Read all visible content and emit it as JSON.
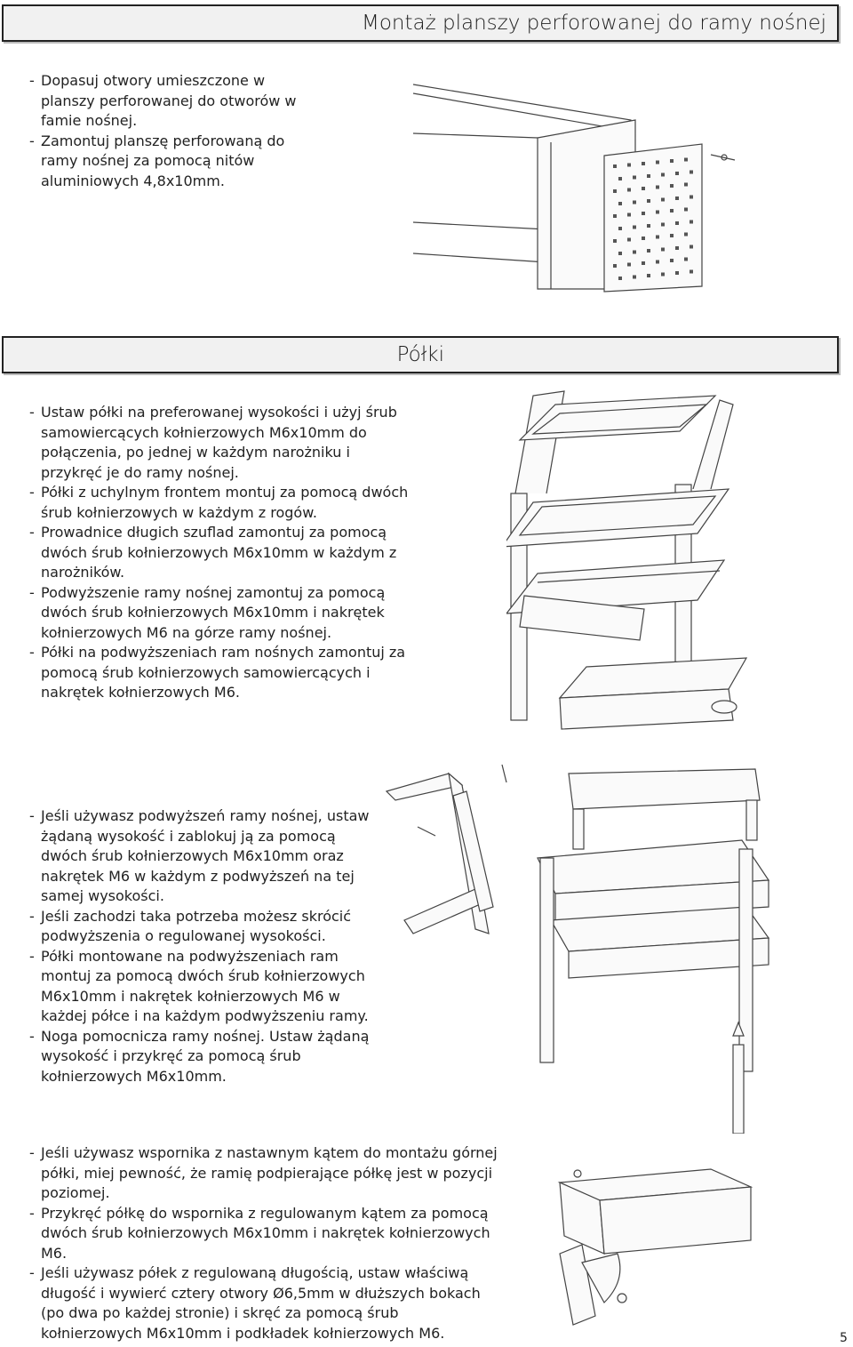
{
  "section1": {
    "title": "Montaż planszy perforowanej do ramy nośnej",
    "items": [
      "Dopasuj otwory umieszczone w planszy perforowanej do otworów w famie nośnej.",
      "Zamontuj planszę perforowaną do ramy nośnej za pomocą nitów aluminiowych 4,8x10mm."
    ]
  },
  "section2": {
    "title": "Półki",
    "items": [
      "Ustaw półki na preferowanej wysokości i użyj śrub samowiercących kołnierzowych M6x10mm do połączenia, po jednej w każdym narożniku i przykręć je do ramy nośnej.",
      "Półki z uchylnym frontem montuj za pomocą dwóch śrub kołnierzowych w każdym z rogów.",
      "Prowadnice długich szuflad zamontuj za pomocą dwóch śrub kołnierzowych M6x10mm w każdym z narożników.",
      "Podwyższenie ramy nośnej zamontuj za pomocą dwóch śrub kołnierzowych M6x10mm i nakrętek kołnierzowych M6 na górze ramy nośnej.",
      "Półki na podwyższeniach ram nośnych zamontuj za pomocą śrub kołnierzowych samowiercących i nakrętek kołnierzowych M6."
    ]
  },
  "section3": {
    "items": [
      "Jeśli używasz podwyższeń ramy nośnej, ustaw żądaną wysokość i zablokuj ją za pomocą dwóch śrub kołnierzowych M6x10mm oraz nakrętek M6 w każdym z podwyższeń na tej samej wysokości.",
      "Jeśli zachodzi taka potrzeba możesz skrócić podwyższenia o regulowanej wysokości.",
      "Półki montowane na podwyższeniach ram montuj za pomocą dwóch śrub kołnierzowych M6x10mm i nakrętek kołnierzowych M6 w każdej półce i na każdym podwyższeniu ramy.",
      "Noga pomocnicza ramy nośnej. Ustaw żądaną wysokość i przykręć za pomocą śrub kołnierzowych M6x10mm."
    ]
  },
  "section4": {
    "items": [
      "Jeśli używasz wspornika z nastawnym kątem do montażu górnej półki, miej pewność, że ramię podpierające półkę jest w pozycji poziomej.",
      "Przykręć półkę do wspornika z regulowanym kątem za pomocą dwóch śrub kołnierzowych M6x10mm i nakrętek kołnierzowych M6.",
      "Jeśli używasz półek z regulowaną długością, ustaw właściwą długość i wywierć cztery otwory Ø6,5mm w dłuższych bokach (po dwa po każdej stronie) i skręć za pomocą śrub kołnierzowych M6x10mm i podkładek kołnierzowych M6."
    ]
  },
  "page_number": "5"
}
